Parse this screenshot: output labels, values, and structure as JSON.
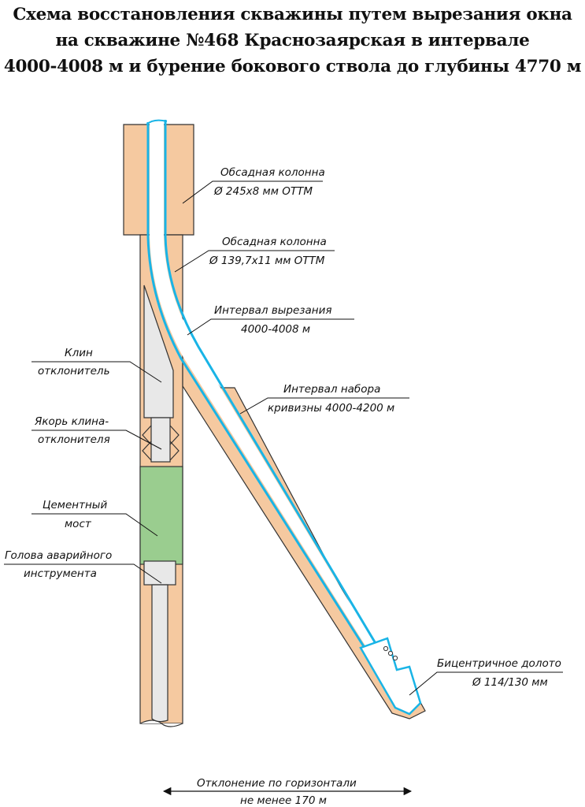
{
  "title": {
    "line1": "Схема восстановления скважины путем вырезания окна",
    "line2": "на скважине №468 Краснозаярская в интервале",
    "line3": "4000-4008 м и бурение бокового ствола до глубины 4770 м"
  },
  "labels": {
    "casing_245_line1": "Обсадная колонна",
    "casing_245_line2": "Ø 245х8 мм ОТТМ",
    "casing_139_line1": "Обсадная колонна",
    "casing_139_line2": "Ø 139,7х11 мм ОТТМ",
    "cut_interval_line1": "Интервал вырезания",
    "cut_interval_line2": "4000-4008 м",
    "build_interval_line1": "Интервал набора",
    "build_interval_line2": "кривизны 4000-4200 м",
    "whipstock_line1": "Клин",
    "whipstock_line2": "отклонитель",
    "anchor_line1": "Якорь клина-",
    "anchor_line2": "отклонителя",
    "cement_line1": "Цементный",
    "cement_line2": "мост",
    "fish_head_line1": "Голова аварийного",
    "fish_head_line2": "инструмента",
    "bit_line1": "Бицентричное долото",
    "bit_line2": "Ø 114/130 мм",
    "deviation_line1": "Отклонение по горизонтали",
    "deviation_line2": "не менее 170 м"
  },
  "colors": {
    "casing_fill": "#f5c9a0",
    "pipe_stroke": "#19b4e6",
    "cement_fill": "#9acd8f",
    "tool_fill": "#e8e8e8"
  }
}
